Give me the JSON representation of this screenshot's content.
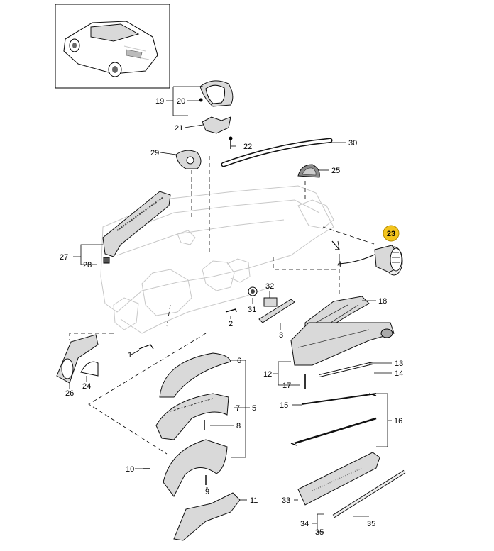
{
  "callouts": {
    "c1": "1",
    "c2": "2",
    "c3": "3",
    "c4": "4",
    "c5": "5",
    "c6": "6",
    "c7": "7",
    "c8": "8",
    "c9": "9",
    "c10": "10",
    "c11": "11",
    "c12": "12",
    "c13": "13",
    "c14": "14",
    "c15": "15",
    "c16": "16",
    "c17": "17",
    "c18": "18",
    "c19": "19",
    "c20": "20",
    "c21": "21",
    "c22": "22",
    "c23": "23",
    "c24": "24",
    "c25": "25",
    "c26": "26",
    "c27": "27",
    "c28": "28",
    "c29": "29",
    "c30": "30",
    "c31": "31",
    "c32": "32",
    "c33": "33",
    "c34": "34",
    "c35a": "35",
    "c35b": "35"
  },
  "highlighted_callout": "23",
  "colors": {
    "highlight": "#f3c41d",
    "line": "#000000",
    "dashboard_outline": "#c8c8c8"
  }
}
